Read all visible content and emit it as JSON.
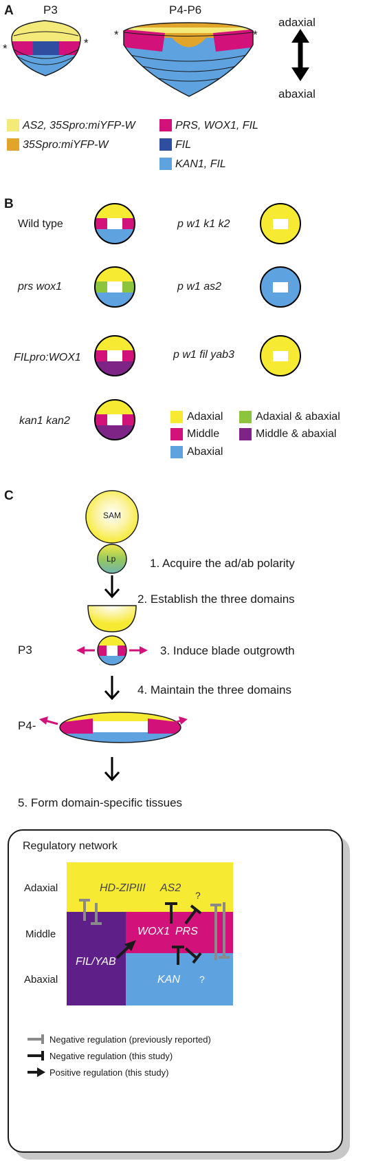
{
  "panel_a": {
    "label": "A",
    "stage_p3": "P3",
    "stage_p4p6": "P4-P6",
    "asterisk": "*",
    "axis_top": "adaxial",
    "axis_bottom": "abaxial",
    "legend": [
      {
        "text": "AS2, 35Spro:miYFP-W",
        "color": "#f3ea7a"
      },
      {
        "text": "35Spro:miYFP-W",
        "color": "#e0a52a"
      },
      {
        "text": "PRS, WOX1, FIL",
        "color": "#d2127a"
      },
      {
        "text": "FIL",
        "color": "#2f4ea0"
      },
      {
        "text": "KAN1, FIL",
        "color": "#5ea2e0"
      }
    ]
  },
  "panel_b": {
    "label": "B",
    "mutants": [
      {
        "name": "Wild type"
      },
      {
        "name": "prs wox1"
      },
      {
        "name": "FILpro:WOX1"
      },
      {
        "name": "kan1 kan2"
      },
      {
        "name": "p w1 k1 k2"
      },
      {
        "name": "p w1 as2"
      },
      {
        "name": "p w1 fil yab3"
      }
    ],
    "legend": [
      {
        "text": "Adaxial",
        "color": "#f7ea32"
      },
      {
        "text": "Middle",
        "color": "#d2127a"
      },
      {
        "text": "Abaxial",
        "color": "#5ea2e0"
      },
      {
        "text": "Adaxial & abaxial",
        "color": "#8cc43e"
      },
      {
        "text": "Middle & abaxial",
        "color": "#7e2487"
      }
    ]
  },
  "panel_c": {
    "label": "C",
    "sam": "SAM",
    "lp": "Lp",
    "stage_p3": "P3",
    "stage_p4": "P4-",
    "steps": [
      "1. Acquire the ad/ab polarity",
      "2. Establish the three domains",
      "3. Induce blade outgrowth",
      "4. Maintain the three domains",
      "5. Form domain-specific tissues"
    ],
    "network": {
      "title": "Regulatory network",
      "rows": [
        "Adaxial",
        "Middle",
        "Abaxial"
      ],
      "genes": {
        "hdzip": "HD-ZIPIII",
        "as2": "AS2",
        "wox1": "WOX1",
        "prs": "PRS",
        "filyab": "FIL/YAB",
        "kan": "KAN",
        "q1": "?",
        "q2": "?"
      },
      "legend": [
        "Negative regulation (previously reported)",
        "Negative regulation (this study)",
        "Positive regulation (this study)"
      ]
    }
  },
  "colors": {
    "yellow": "#f7ea32",
    "pale_yellow": "#f3ea7a",
    "orange": "#e0a52a",
    "magenta": "#d2127a",
    "dark_blue": "#2f4ea0",
    "blue": "#5ea2e0",
    "green": "#8cc43e",
    "purple": "#7e2487",
    "gray": "#8a8a8a"
  }
}
